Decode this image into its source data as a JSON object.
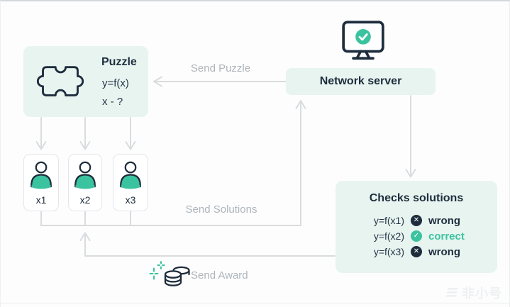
{
  "puzzle": {
    "title": "Puzzle",
    "formula": "y=f(x)",
    "unknown": "x - ?"
  },
  "server": {
    "label": "Network server"
  },
  "flows": {
    "send_puzzle": "Send Puzzle",
    "send_solutions": "Send Solutions",
    "send_award": "Send Award"
  },
  "miners": [
    {
      "label": "x1"
    },
    {
      "label": "x2"
    },
    {
      "label": "x3"
    }
  ],
  "checks": {
    "title": "Checks solutions",
    "rows": [
      {
        "formula": "y=f(x1)",
        "icon": "x-circle-icon",
        "glyph": "✕",
        "status": "wrong"
      },
      {
        "formula": "y=f(x2)",
        "icon": "check-circle-icon",
        "glyph": "✓",
        "status": "correct"
      },
      {
        "formula": "y=f(x3)",
        "icon": "x-circle-icon",
        "glyph": "✕",
        "status": "wrong"
      }
    ]
  },
  "watermark": {
    "text": "非小号"
  },
  "colors": {
    "mint_box": "#e8f4f0",
    "teal_accent": "#3bc39f",
    "navy_ink": "#1e2d3d",
    "wire_gray": "#d9dcde",
    "label_gray": "#adb4ba"
  }
}
